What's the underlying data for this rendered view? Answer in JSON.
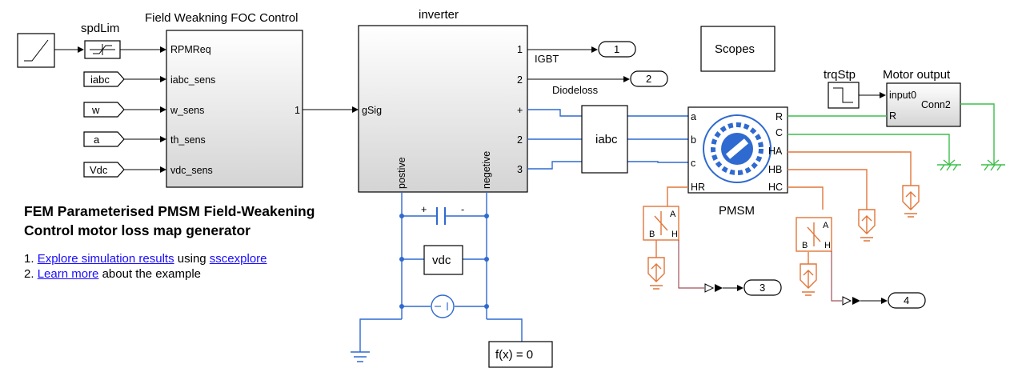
{
  "blocks": {
    "spd_lim": "spdLim",
    "foc_title": "Field Weakning FOC Control",
    "foc_ports": [
      "RPMReq",
      "iabc_sens",
      "w_sens",
      "th_sens",
      "vdc_sens"
    ],
    "foc_out": "1",
    "from_tags": [
      "iabc",
      "w",
      "a",
      "Vdc"
    ],
    "inverter_title": "inverter",
    "inv_in": "gSig",
    "inv_outs": [
      "1",
      "2",
      "+",
      "2",
      "3"
    ],
    "inv_bottom": [
      "postive",
      "negetive"
    ],
    "igbt": "IGBT",
    "diodeloss": "Diodeloss",
    "out1": "1",
    "out2": "2",
    "out3": "3",
    "out4": "4",
    "iabc_block": "iabc",
    "pmsm": "PMSM",
    "pmsm_left": [
      "a",
      "b",
      "c",
      "HR"
    ],
    "pmsm_right": [
      "R",
      "C",
      "HA",
      "HB",
      "HC"
    ],
    "scopes": "Scopes",
    "trq_stp": "trqStp",
    "motor_output": "Motor output",
    "motor_ports": [
      "input0",
      "R",
      "Conn2"
    ],
    "cap_plus": "+",
    "cap_minus": "-",
    "vdc": "vdc",
    "solver": "f(x) = 0",
    "conv_letters": [
      "B",
      "A",
      "H"
    ]
  },
  "doc": {
    "title": "FEM Parameterised PMSM Field-Weakening Control motor loss map generator",
    "line1_num": "1.",
    "line1_link1": "Explore simulation results",
    "line1_mid": "using",
    "line1_link2": "sscexplore",
    "line2_num": "2.",
    "line2_link": "Learn more",
    "line2_rest": "about the example"
  },
  "colors": {
    "electrical": "#2f6ad0",
    "thermal": "#e0763a",
    "mechanical": "#3cbf4a",
    "link": "#1a0dff"
  }
}
